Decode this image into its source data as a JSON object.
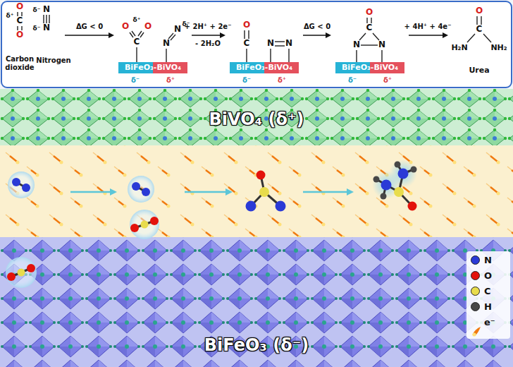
{
  "diagram": {
    "nodes": [
      {
        "text": [
          "BiFeO₃-BiVO₄"
        ]
      },
      {
        "text": [
          "BiFeO₃-BiVO₄"
        ]
      },
      {
        "text": [
          "BiFeO₃-BiVO₄"
        ]
      }
    ],
    "labels": [
      "δ⁺",
      "O",
      "C",
      "O",
      "δ⁻",
      "N",
      "δ⁻",
      "N",
      "Carbon dioxide",
      "Nitrogen",
      "ΔG < 0",
      "δ⁺",
      "O",
      "C",
      "O",
      "N",
      "N",
      "δ⁻",
      "δ⁻",
      "δ⁺",
      "+ 2H⁺ + 2e⁻",
      "- 2H₂O",
      "O",
      "C",
      "N",
      "N",
      "ΔG < 0",
      "O",
      "C",
      "N",
      "N",
      "+ 4H⁺ + 4e⁻",
      "O",
      "C",
      "H₂N",
      "NH₂",
      "Urea",
      "δ⁻",
      "δ⁺",
      "δ⁻",
      "δ⁺",
      "BiVO₄ (δ⁺)",
      "BiFeO₃ (δ⁻)"
    ],
    "legend": [
      {
        "text": "N",
        "color": "#2a3ad6"
      },
      {
        "text": "O",
        "color": "#e3120b"
      },
      {
        "text": "C",
        "color": "#e8dc4c"
      },
      {
        "text": "H",
        "color": "#474747"
      },
      {
        "text": "e⁻"
      }
    ]
  }
}
